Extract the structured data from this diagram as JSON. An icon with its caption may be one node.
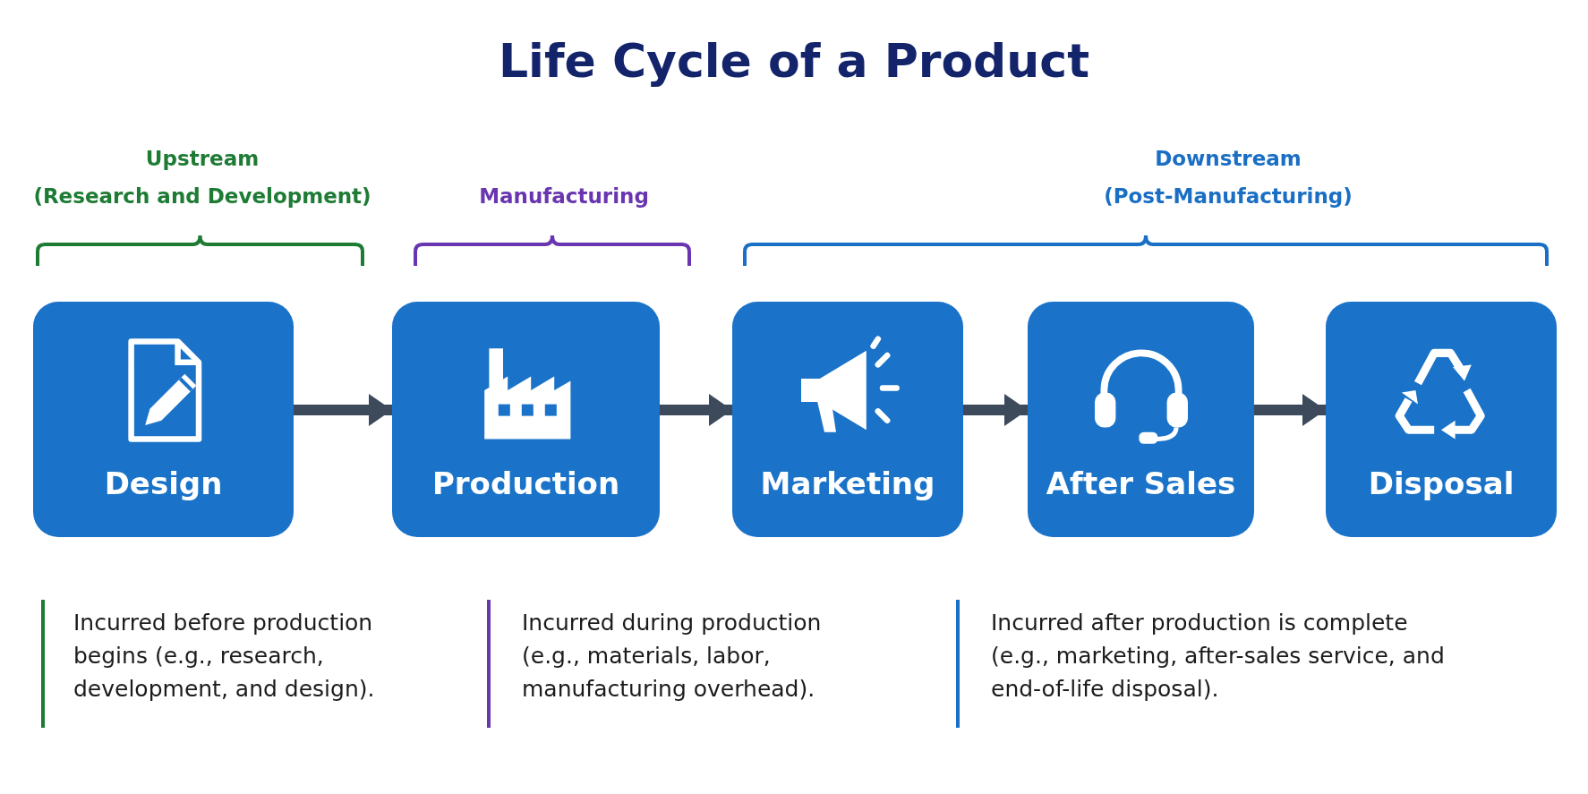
{
  "diagram": {
    "title": "Life Cycle of a Product",
    "nodes": [
      {
        "text": [
          "Design"
        ]
      },
      {
        "text": [
          "Production"
        ]
      },
      {
        "text": [
          "Marketing"
        ]
      },
      {
        "text": [
          "After Sales"
        ]
      },
      {
        "text": [
          "Disposal"
        ]
      }
    ],
    "edges": [
      {
        "from": 0,
        "to": 1,
        "arrow": "to"
      },
      {
        "from": 1,
        "to": 2,
        "arrow": "to"
      },
      {
        "from": 2,
        "to": 3,
        "arrow": "to"
      },
      {
        "from": 3,
        "to": 4,
        "arrow": "to"
      }
    ],
    "labels": [
      "Upstream",
      "(Research and Development)",
      "Manufacturing",
      "Downstream",
      "(Post-Manufacturing)",
      "Incurred before production begins (e.g., research, development, and design).",
      "Incurred during production (e.g., materials, labor, manufacturing overhead).",
      "Incurred after production is complete (e.g., marketing, after-sales service, and end-of-life disposal)."
    ]
  }
}
